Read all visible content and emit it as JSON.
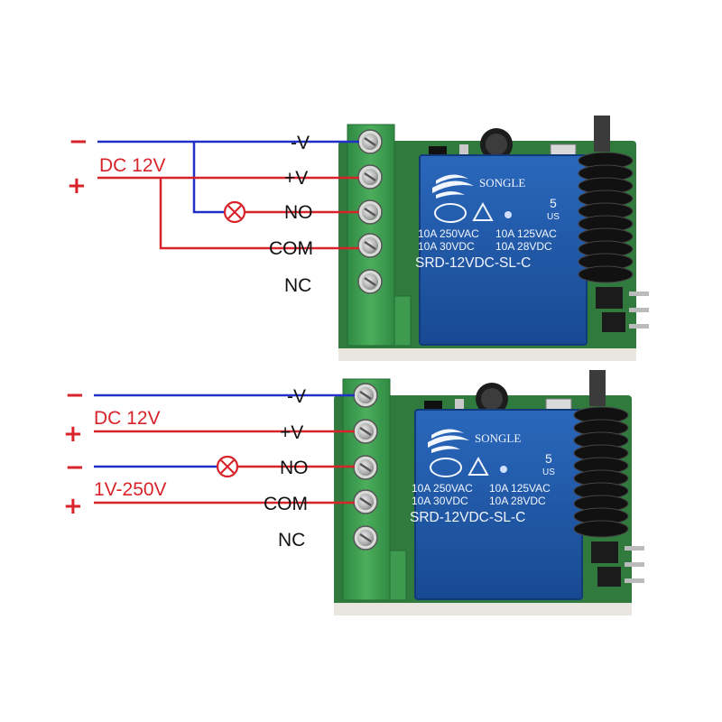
{
  "colors": {
    "negative_wire": "#2230c8",
    "positive_wire": "#d8232a",
    "terminal_green": "#3d9a4f",
    "relay_blue": "#1f58a8",
    "pcb_green": "#2f7a3c"
  },
  "icons": [
    "lamp-icon",
    "terminal-screw-icon",
    "spring-antenna-icon"
  ],
  "diagrams": [
    {
      "negative_sign": "−",
      "positive_sign": "+",
      "supply_label": "DC 12V",
      "terminals": [
        "-V",
        "+V",
        "NO",
        "COM",
        "NC"
      ],
      "relay": {
        "brand": "SONGLE",
        "cert_number": "5",
        "cert_mark": "US",
        "ratings_left": [
          "10A 250VAC",
          "10A 30VDC"
        ],
        "ratings_right": [
          "10A 125VAC",
          "10A 28VDC"
        ],
        "model": "SRD-12VDC-SL-C"
      }
    },
    {
      "negative_sign": "−",
      "positive_sign": "+",
      "supply_label": "DC 12V",
      "load_negative_sign": "−",
      "load_positive_sign": "+",
      "load_supply_label": "1V-250V",
      "terminals": [
        "-V",
        "+V",
        "NO",
        "COM",
        "NC"
      ],
      "relay": {
        "brand": "SONGLE",
        "cert_number": "5",
        "cert_mark": "US",
        "ratings_left": [
          "10A 250VAC",
          "10A 30VDC"
        ],
        "ratings_right": [
          "10A 125VAC",
          "10A 28VDC"
        ],
        "model": "SRD-12VDC-SL-C"
      }
    }
  ]
}
